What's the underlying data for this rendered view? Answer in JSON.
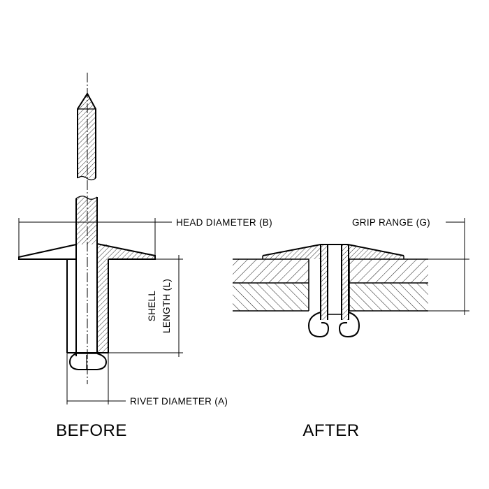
{
  "labels": {
    "head_diameter": "HEAD DIAMETER (B)",
    "shell": "SHELL",
    "length": "LENGTH (L)",
    "rivet_diameter": "RIVET DIAMETER (A)",
    "grip_range": "GRIP RANGE (G)"
  },
  "captions": {
    "before": "BEFORE",
    "after": "AFTER"
  }
}
